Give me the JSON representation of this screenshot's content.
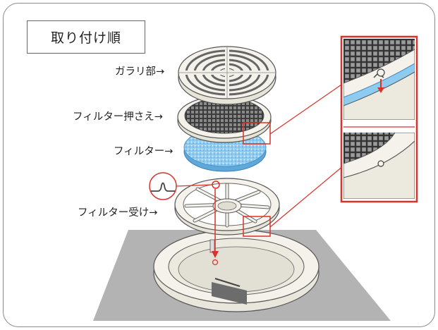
{
  "title": "取り付け順",
  "parts": {
    "grille": "ガラリ部→",
    "filter_holder": "フィルター押さえ→",
    "filter": "フィルター→",
    "filter_receiver": "フィルター受け→"
  },
  "colors": {
    "highlight": "#d9322b",
    "filter_blue": "#6fb7e6",
    "floor": "#b3b3b3",
    "part_fill": "#f4f2ea",
    "part_stroke": "#555555"
  }
}
